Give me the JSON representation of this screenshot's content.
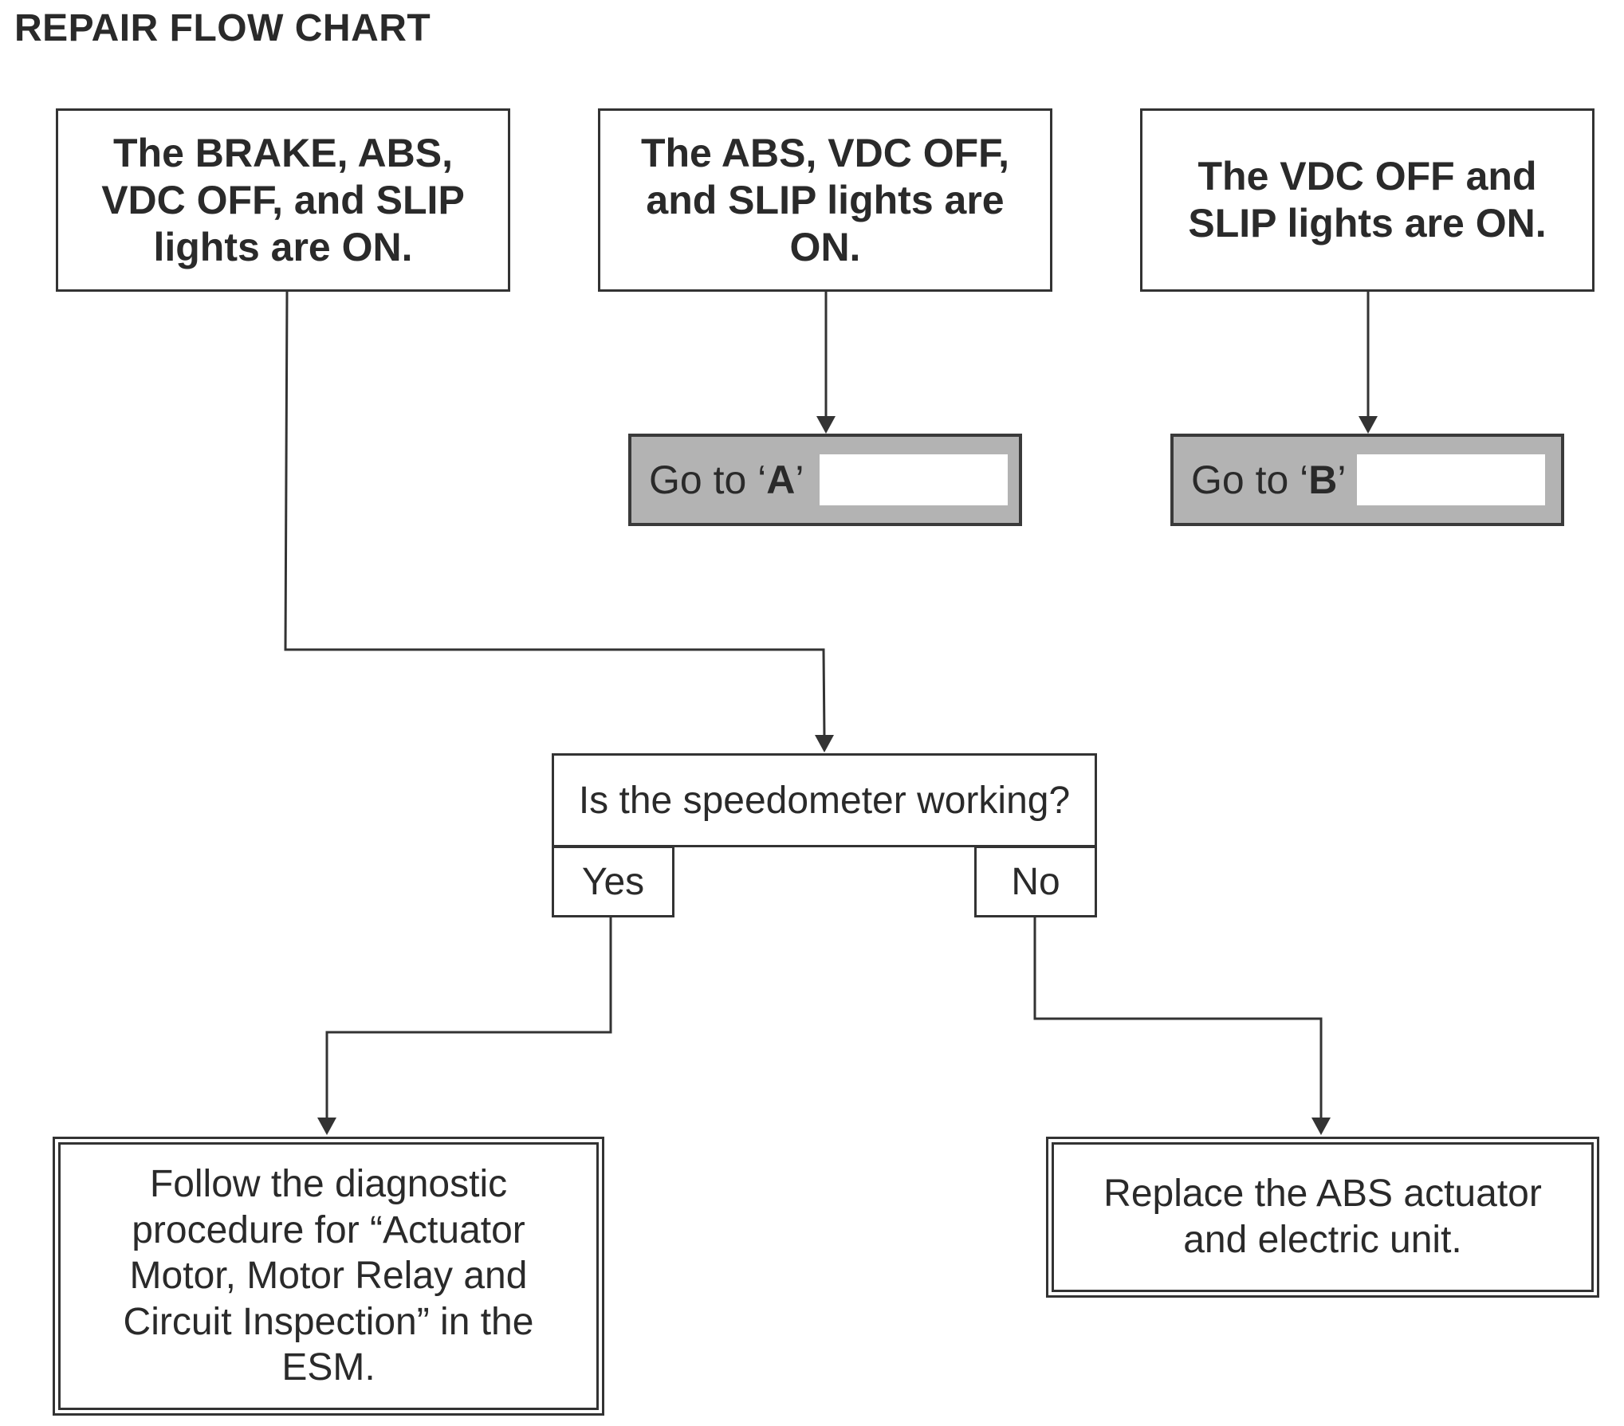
{
  "title": "REPAIR FLOW CHART",
  "conditions": [
    {
      "text": "The BRAKE, ABS, VDC OFF, and SLIP lights are ON."
    },
    {
      "text": "The ABS, VDC OFF, and SLIP lights are ON."
    },
    {
      "text": "The VDC OFF and SLIP lights are ON."
    }
  ],
  "goto": [
    {
      "prefix": "Go to ‘",
      "letter": "A",
      "suffix": "’"
    },
    {
      "prefix": "Go to ‘",
      "letter": "B",
      "suffix": "’"
    }
  ],
  "question": {
    "text": "Is the speedometer working?"
  },
  "answers": {
    "yes": "Yes",
    "no": "No"
  },
  "results": [
    {
      "text": "Follow the diagnostic procedure for “Actuator Motor, Motor Relay and Circuit Inspection” in the ESM."
    },
    {
      "text": "Replace the ABS actuator and electric unit."
    }
  ],
  "colors": {
    "line": "#333333",
    "goto_fill": "#b3b3b3",
    "box_border": "#333333"
  }
}
